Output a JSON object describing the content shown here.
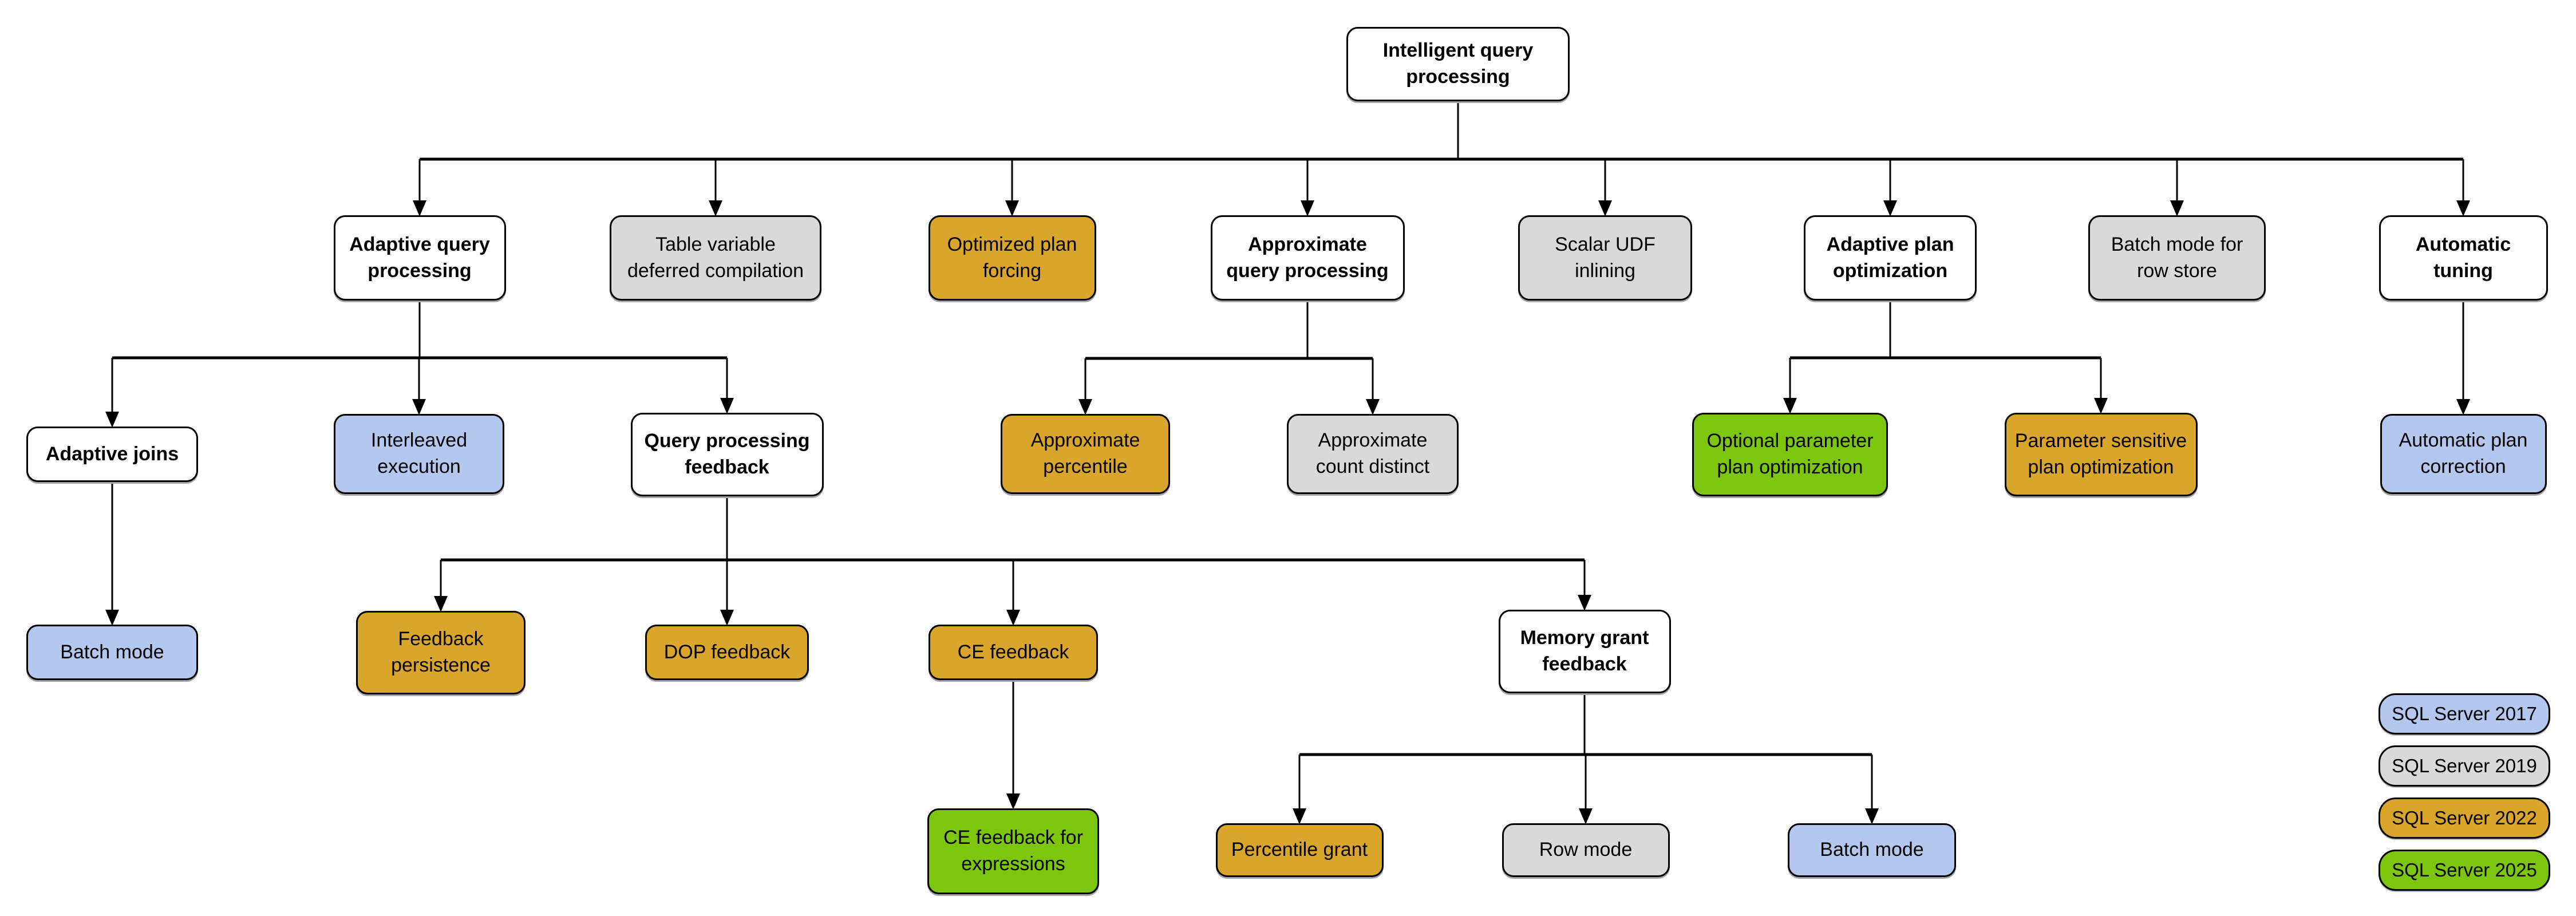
{
  "colors": {
    "background": "#FFFFFF",
    "box_border": "#000000",
    "text": "#000000",
    "connector": "#000000",
    "parent": "#FFFFFF",
    "sql2017": "#B4C7EE",
    "sql2019": "#D9D9D9",
    "sql2022": "#D9A62B",
    "sql2025": "#7CC70E"
  },
  "nodes": [
    {
      "id": "intelligent-query-processing",
      "label": "Intelligent query\nprocessing",
      "version": "parent"
    },
    {
      "id": "adaptive-query-processing",
      "label": "Adaptive query\nprocessing",
      "version": "parent"
    },
    {
      "id": "table-variable-deferred-compilation",
      "label": "Table variable\ndeferred compilation",
      "version": "sql2019"
    },
    {
      "id": "optimized-plan-forcing",
      "label": "Optimized plan\nforcing",
      "version": "sql2022"
    },
    {
      "id": "approximate-query-processing",
      "label": "Approximate\nquery processing",
      "version": "parent"
    },
    {
      "id": "scalar-udf-inlining",
      "label": "Scalar UDF\ninlining",
      "version": "sql2019"
    },
    {
      "id": "adaptive-plan-optimization",
      "label": "Adaptive plan\noptimization",
      "version": "parent"
    },
    {
      "id": "batch-mode-for-row-store",
      "label": "Batch mode for\nrow store",
      "version": "sql2019"
    },
    {
      "id": "automatic-tuning",
      "label": "Automatic\ntuning",
      "version": "parent"
    },
    {
      "id": "adaptive-joins",
      "label": "Adaptive joins",
      "version": "parent"
    },
    {
      "id": "interleaved-execution",
      "label": "Interleaved\nexecution",
      "version": "sql2017"
    },
    {
      "id": "query-processing-feedback",
      "label": "Query processing\nfeedback",
      "version": "parent"
    },
    {
      "id": "approximate-percentile",
      "label": "Approximate\npercentile",
      "version": "sql2022"
    },
    {
      "id": "approximate-count-distinct",
      "label": "Approximate\ncount distinct",
      "version": "sql2019"
    },
    {
      "id": "optional-parameter-plan-optimization",
      "label": "Optional parameter\nplan optimization",
      "version": "sql2025"
    },
    {
      "id": "parameter-sensitive-plan-optimization",
      "label": "Parameter sensitive\nplan optimization",
      "version": "sql2022"
    },
    {
      "id": "automatic-plan-correction",
      "label": "Automatic plan\ncorrection",
      "version": "sql2017"
    },
    {
      "id": "batch-mode-adaptive-joins",
      "label": "Batch mode",
      "version": "sql2017"
    },
    {
      "id": "feedback-persistence",
      "label": "Feedback\npersistence",
      "version": "sql2022"
    },
    {
      "id": "dop-feedback",
      "label": "DOP feedback",
      "version": "sql2022"
    },
    {
      "id": "ce-feedback",
      "label": "CE feedback",
      "version": "sql2022"
    },
    {
      "id": "memory-grant-feedback",
      "label": "Memory grant\nfeedback",
      "version": "parent"
    },
    {
      "id": "ce-feedback-for-expressions",
      "label": "CE feedback for\nexpressions",
      "version": "sql2025"
    },
    {
      "id": "percentile-grant",
      "label": "Percentile grant",
      "version": "sql2022"
    },
    {
      "id": "row-mode",
      "label": "Row mode",
      "version": "sql2019"
    },
    {
      "id": "batch-mode-memory-grant",
      "label": "Batch mode",
      "version": "sql2017"
    }
  ],
  "edges": [
    {
      "from": "intelligent-query-processing",
      "to": [
        "adaptive-query-processing",
        "table-variable-deferred-compilation",
        "optimized-plan-forcing",
        "approximate-query-processing",
        "scalar-udf-inlining",
        "adaptive-plan-optimization",
        "batch-mode-for-row-store",
        "automatic-tuning"
      ]
    },
    {
      "from": "adaptive-query-processing",
      "to": [
        "adaptive-joins",
        "interleaved-execution",
        "query-processing-feedback"
      ]
    },
    {
      "from": "approximate-query-processing",
      "to": [
        "approximate-percentile",
        "approximate-count-distinct"
      ]
    },
    {
      "from": "adaptive-plan-optimization",
      "to": [
        "optional-parameter-plan-optimization",
        "parameter-sensitive-plan-optimization"
      ]
    },
    {
      "from": "automatic-tuning",
      "to": [
        "automatic-plan-correction"
      ]
    },
    {
      "from": "adaptive-joins",
      "to": [
        "batch-mode-adaptive-joins"
      ]
    },
    {
      "from": "query-processing-feedback",
      "to": [
        "feedback-persistence",
        "dop-feedback",
        "ce-feedback",
        "memory-grant-feedback"
      ]
    },
    {
      "from": "ce-feedback",
      "to": [
        "ce-feedback-for-expressions"
      ]
    },
    {
      "from": "memory-grant-feedback",
      "to": [
        "percentile-grant",
        "row-mode",
        "batch-mode-memory-grant"
      ]
    }
  ],
  "legend": [
    {
      "label": "SQL Server 2017",
      "version": "sql2017"
    },
    {
      "label": "SQL Server 2019",
      "version": "sql2019"
    },
    {
      "label": "SQL Server 2022",
      "version": "sql2022"
    },
    {
      "label": "SQL Server 2025",
      "version": "sql2025"
    }
  ]
}
